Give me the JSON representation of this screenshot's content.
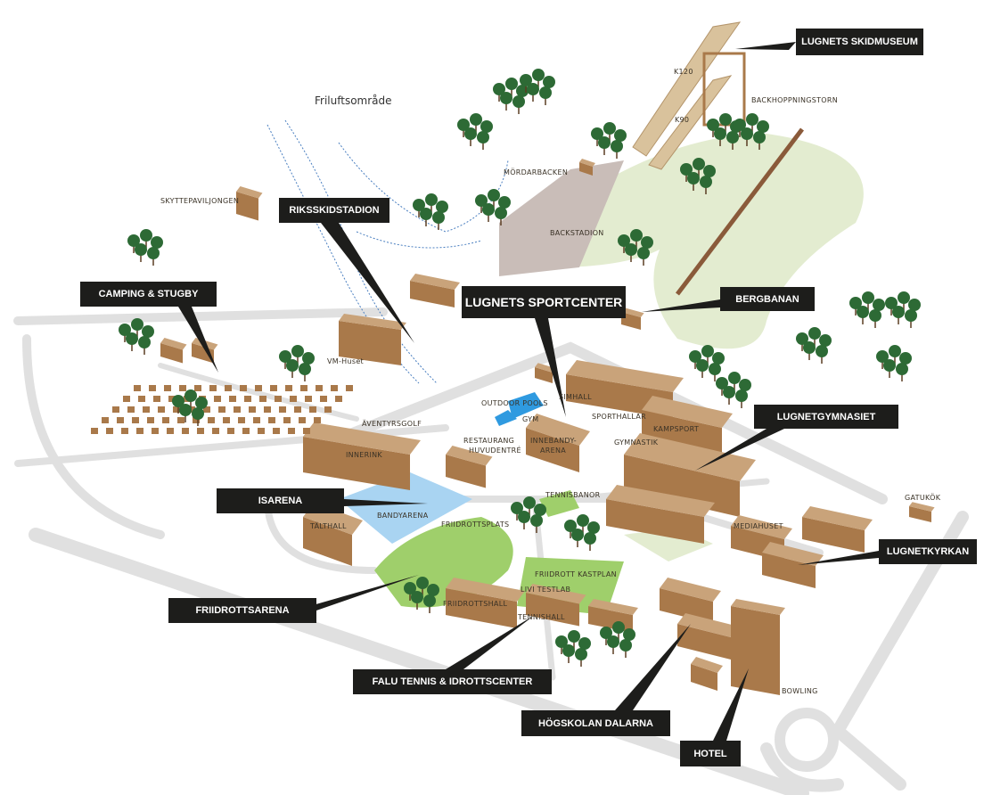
{
  "colors": {
    "building": "#c9a37a",
    "building_side": "#a9794a",
    "grass": "#9fcf6b",
    "light_green": "#e3ecd0",
    "road": "#e0e0e0",
    "tree": "#2d6a35",
    "callout": "#1d1d1b",
    "water": "#a9d4f2",
    "pool": "#2f9ae0"
  },
  "callouts": {
    "skidmuseum": "LUGNETS SKIDMUSEUM",
    "riksskidstadion": "RIKSSKIDSTADION",
    "camping": "CAMPING & STUGBY",
    "sportcenter": "LUGNETS SPORTCENTER",
    "bergbanan": "BERGBANAN",
    "gymnasiet": "LUGNETGYMNASIET",
    "isarena": "ISARENA",
    "kyrkan": "LUGNETKYRKAN",
    "friidrottsarena": "FRIIDROTTSARENA",
    "tennis": "FALU TENNIS & IDROTTSCENTER",
    "hogskolan": "HÖGSKOLAN DALARNA",
    "hotel": "HOTEL"
  },
  "labels": {
    "friluftsomrade": "Friluftsområde",
    "skyttepaviljongen": "SKYTTEPAVILJONGEN",
    "k120": "K120",
    "k90": "K90",
    "backhoppningstorn": "BACKHOPPNINGSTORN",
    "mordarbacken": "MÖRDARBACKEN",
    "backstadion": "BACKSTADION",
    "vmhuset": "VM-Huset",
    "aventyrsgolf": "ÄVENTYRSGOLF",
    "outdoor_pools": "OUTDOOR POOLS",
    "gym": "GYM",
    "simhall": "SIMHALL",
    "sporthallar": "SPORTHALLAR",
    "kampsport": "KAMPSPORT",
    "gymnastik": "GYMNASTIK",
    "restaurang": "RESTAURANG",
    "huvudentre": "HUVUDENTRÉ",
    "innebandy1": "INNEBANDY-",
    "innebandy2": "ARENA",
    "tennisbanor": "TENNISBANOR",
    "innerink": "INNERINK",
    "bandyarena": "BANDYARENA",
    "talthall": "TÄLTHALL",
    "friidrottsplats": "FRIIDROTTSPLATS",
    "kastplan": "FRIIDROTT KASTPLAN",
    "livi": "LIVI TESTLAB",
    "friidrottshall": "FRIIDROTTSHALL",
    "tennishall": "TENNISHALL",
    "mediahuset": "MEDIAHUSET",
    "gatukok": "GATUKÖK",
    "bowling": "BOWLING"
  }
}
